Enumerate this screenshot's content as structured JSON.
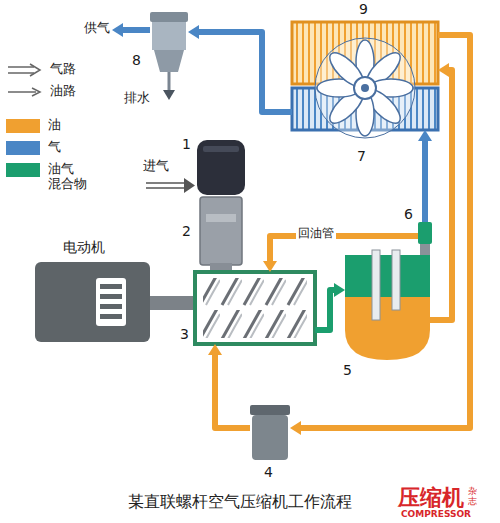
{
  "diagram": {
    "caption": "某直联螺杆空气压缩机工作流程",
    "nodes": [
      {
        "text": [
          "8"
        ]
      },
      {
        "text": [
          "9"
        ]
      },
      {
        "text": [
          "7"
        ]
      },
      {
        "text": [
          "1"
        ]
      },
      {
        "text": [
          "2"
        ]
      },
      {
        "text": [
          "6"
        ]
      },
      {
        "text": [
          "电动机"
        ]
      },
      {
        "text": [
          "3"
        ]
      },
      {
        "text": [
          "5"
        ]
      },
      {
        "text": [
          "4"
        ]
      }
    ],
    "edges": [
      {
        "from": 7,
        "to": 8,
        "arrow": "to"
      },
      {
        "from": 5,
        "to": 2,
        "arrow": "to"
      },
      {
        "from": 2,
        "to": 0,
        "arrow": "to"
      },
      {
        "from": 8,
        "to": 1,
        "arrow": "to"
      },
      {
        "from": 1,
        "to": 9,
        "arrow": "to"
      },
      {
        "from": 9,
        "to": 7,
        "arrow": "to"
      },
      {
        "from": 5,
        "to": 7,
        "label": "回油管",
        "arrow": "to"
      }
    ],
    "labels": [
      "供气",
      "排水",
      "进气",
      "压缩机",
      "杂志",
      "COMPRESSOR"
    ],
    "legend": [
      {
        "text": "气路"
      },
      {
        "text": "油路"
      },
      {
        "text": "油",
        "color": "#f0a030"
      },
      {
        "text": "气",
        "color": "#4a86c5"
      },
      {
        "text": "油气 混合物",
        "color": "#1b9e6e"
      }
    ]
  }
}
